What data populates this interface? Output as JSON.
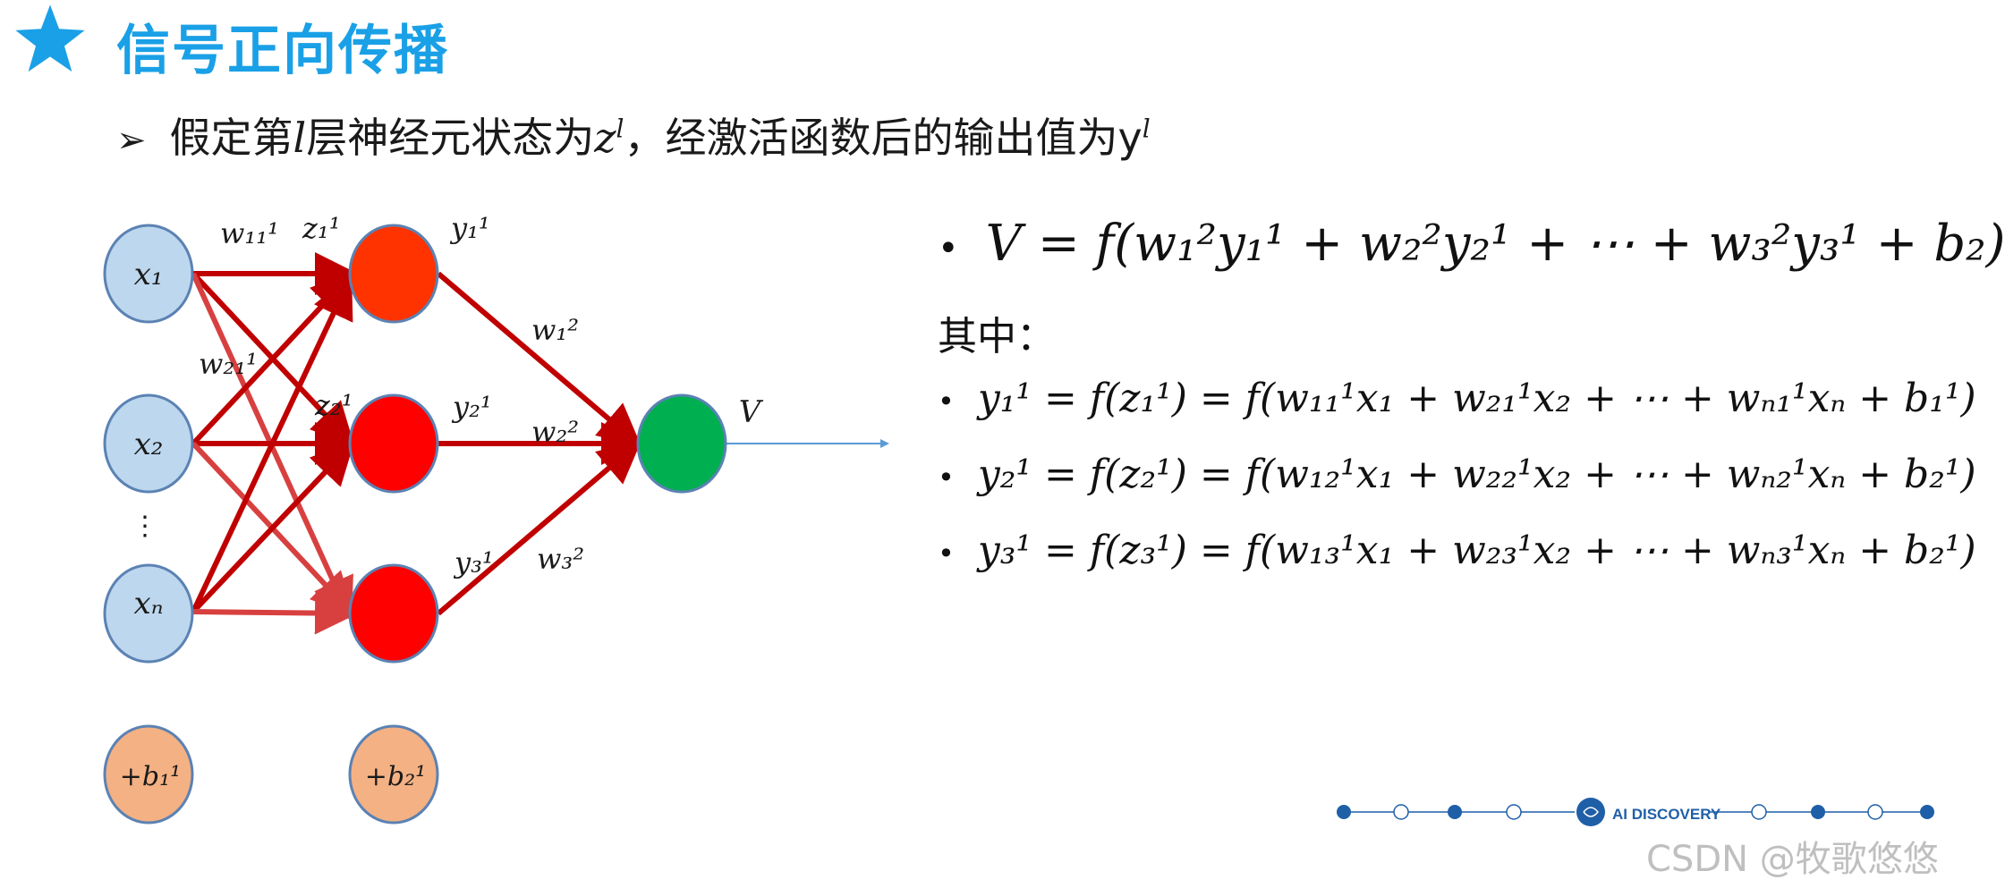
{
  "header": {
    "title": "信号正向传播",
    "icon": "star-icon",
    "accent_color": "#1aa0e6"
  },
  "intro": {
    "arrow": "➢",
    "text_before": "假定第",
    "l_var": "l",
    "text_mid": "层神经元状态为",
    "z_var": "z",
    "text_after": "，经激活函数后的输出值为",
    "y_var": "y",
    "sup": "l"
  },
  "network": {
    "input_nodes": [
      "x₁",
      "x₂",
      "xₙ"
    ],
    "ellipsis": "⋮",
    "hidden_nodes": [
      "",
      "",
      ""
    ],
    "output_node": "",
    "output_label": "V",
    "bias_nodes": [
      "+b₁¹",
      "+b₂¹"
    ],
    "edge_labels": {
      "w11": "w₁₁¹",
      "z1": "z₁¹",
      "y1": "y₁¹",
      "w21": "w₂₁¹",
      "z2": "z₂¹",
      "y2": "y₂¹",
      "y3": "y₃¹",
      "w1_2": "w₁²",
      "w2_2": "w₂²",
      "w3_2": "w₃²"
    },
    "colors": {
      "input_fill": "#bdd7ee",
      "input_stroke": "#5b82b3",
      "hidden1": "#ff3300",
      "hidden2": "#ff0000",
      "hidden3": "#ff0000",
      "output_fill": "#00b050",
      "bias_fill": "#f4b183",
      "edge_dark": "#c00000",
      "edge_light": "#d84040",
      "output_arrow": "#5b9bd5"
    }
  },
  "equations": {
    "bullet": "•",
    "main": "V = f(w₁²y₁¹ + w₂²y₂¹ + ⋯ + w₃²y₃¹ + b₂)",
    "where": "其中：",
    "eq1": "y₁¹ = f(z₁¹) = f(w₁₁¹x₁ + w₂₁¹x₂ + ⋯ + wₙ₁¹xₙ + b₁¹)",
    "eq2": "y₂¹ = f(z₂¹) = f(w₁₂¹x₁ + w₂₂¹x₂ + ⋯ + wₙ₂¹xₙ + b₂¹)",
    "eq3": "y₃¹ = f(z₃¹) = f(w₁₃¹x₁ + w₂₃¹x₂ + ⋯ + wₙ₃¹xₙ + b₂¹)"
  },
  "footer": {
    "logo_text": "AI DISCOVERY",
    "dot_color": "#1f5fa8",
    "watermark": "CSDN @牧歌悠悠"
  }
}
